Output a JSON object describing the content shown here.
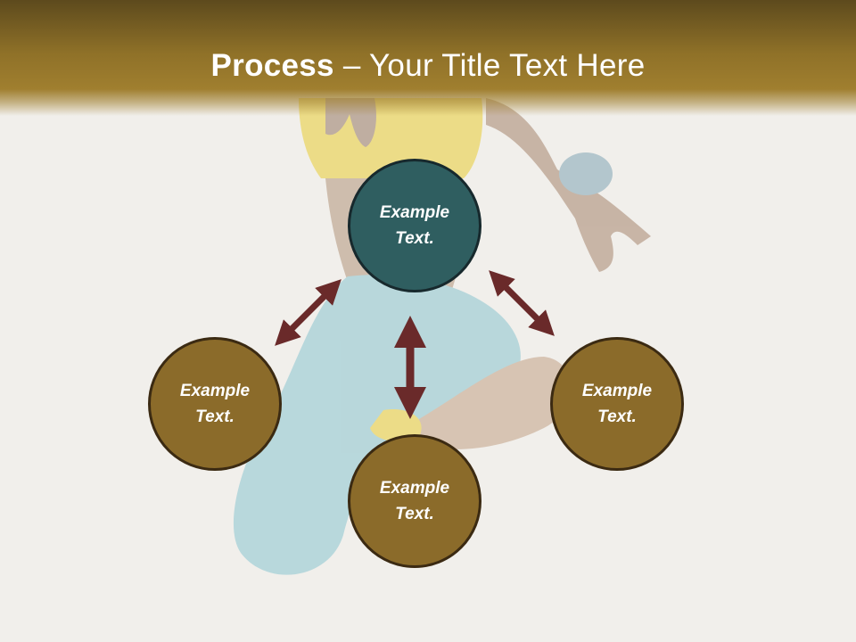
{
  "title": {
    "strong": "Process",
    "rest": " – Your Title Text Here"
  },
  "nodes": {
    "top": {
      "line1": "Example",
      "line2": "Text."
    },
    "left": {
      "line1": "Example",
      "line2": "Text."
    },
    "right": {
      "line1": "Example",
      "line2": "Text."
    },
    "bottom": {
      "line1": "Example",
      "line2": "Text."
    }
  },
  "colors": {
    "header": "#8f7128",
    "circle_primary": "#2f5e60",
    "circle_secondary": "#8b6b2a",
    "arrow": "#6a2a2a"
  }
}
